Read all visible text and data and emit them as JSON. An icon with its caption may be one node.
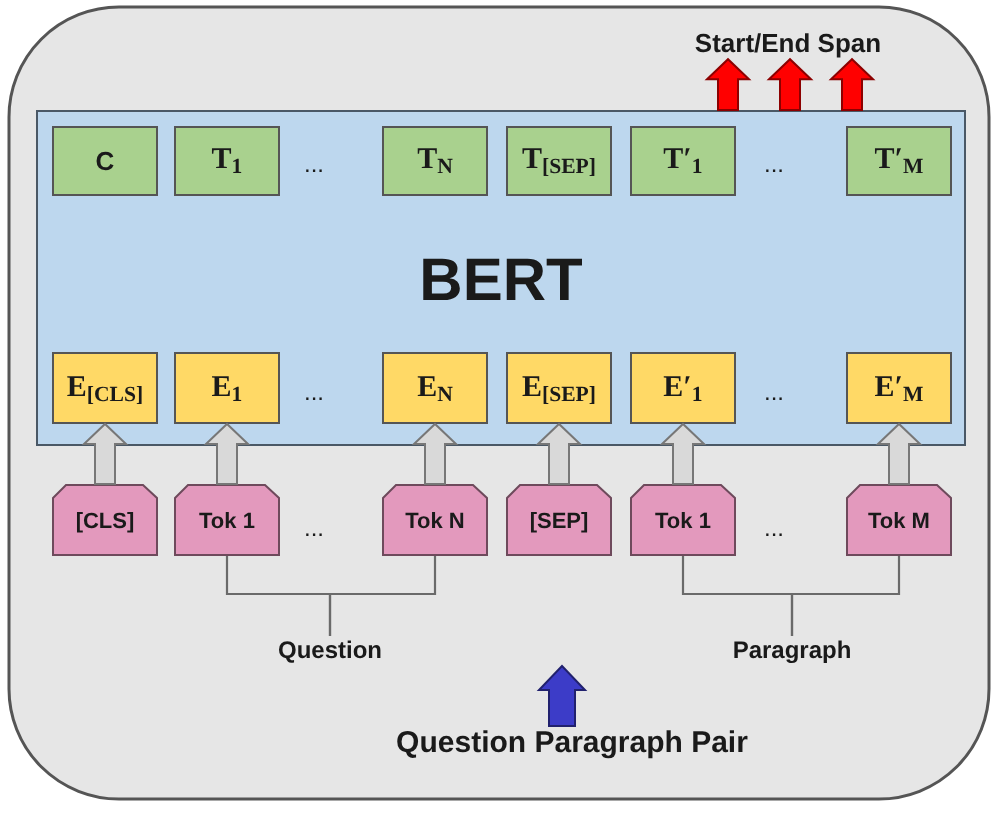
{
  "diagram": {
    "nodes": [
      {
        "text": [
          "Start/End Span"
        ]
      },
      {
        "text": [
          "BERT"
        ]
      },
      {
        "text": [
          "C"
        ],
        "in": 1
      },
      {
        "text": [
          "T$_{1}$"
        ],
        "in": 1
      },
      {
        "text": [
          "T$_{N}$"
        ],
        "in": 1
      },
      {
        "text": [
          "T$_{[SEP]}$"
        ],
        "in": 1
      },
      {
        "text": [
          "T′$_{1}$"
        ],
        "in": 1
      },
      {
        "text": [
          "T′$_{M}$"
        ],
        "in": 1
      },
      {
        "text": [
          "E$_{[CLS]}$"
        ],
        "in": 1
      },
      {
        "text": [
          "E$_{1}$"
        ],
        "in": 1
      },
      {
        "text": [
          "E$_{N}$"
        ],
        "in": 1
      },
      {
        "text": [
          "E$_{[SEP]}$"
        ],
        "in": 1
      },
      {
        "text": [
          "E′$_{1}$"
        ],
        "in": 1
      },
      {
        "text": [
          "E′$_{M}$"
        ],
        "in": 1
      },
      {
        "text": [
          "[CLS]"
        ]
      },
      {
        "text": [
          "Tok 1"
        ]
      },
      {
        "text": [
          "Tok N"
        ]
      },
      {
        "text": [
          "[SEP]"
        ]
      },
      {
        "text": [
          "Tok 1"
        ]
      },
      {
        "text": [
          "Tok M"
        ]
      },
      {
        "text": [
          "Question"
        ]
      },
      {
        "text": [
          "Paragraph"
        ]
      },
      {
        "text": [
          "Question Paragraph Pair"
        ]
      }
    ],
    "edges": [
      {
        "from": 1,
        "to": 0,
        "arrow": "to",
        "style": "thick",
        "color": "#ff0000"
      },
      {
        "from": 1,
        "to": 0,
        "arrow": "to",
        "style": "thick",
        "color": "#ff0000"
      },
      {
        "from": 1,
        "to": 0,
        "arrow": "to",
        "style": "thick",
        "color": "#ff0000"
      },
      {
        "from": 14,
        "to": 8,
        "arrow": "to",
        "style": "thick",
        "color": "#d9d9d9"
      },
      {
        "from": 15,
        "to": 9,
        "arrow": "to",
        "style": "thick",
        "color": "#d9d9d9"
      },
      {
        "from": 16,
        "to": 10,
        "arrow": "to",
        "style": "thick",
        "color": "#d9d9d9"
      },
      {
        "from": 17,
        "to": 11,
        "arrow": "to",
        "style": "thick",
        "color": "#d9d9d9"
      },
      {
        "from": 18,
        "to": 12,
        "arrow": "to",
        "style": "thick",
        "color": "#d9d9d9"
      },
      {
        "from": 19,
        "to": 13,
        "arrow": "to",
        "style": "thick",
        "color": "#d9d9d9"
      },
      {
        "from": 15,
        "to": 20,
        "arrow": "none"
      },
      {
        "from": 16,
        "to": 20,
        "arrow": "none"
      },
      {
        "from": 18,
        "to": 21,
        "arrow": "none"
      },
      {
        "from": 19,
        "to": 21,
        "arrow": "none"
      },
      {
        "from": 22,
        "to": null,
        "arrow": "to",
        "style": "thick",
        "color": "#3c3cc8"
      }
    ],
    "labels": [
      "...",
      "...",
      "...",
      "...",
      "...",
      "..."
    ]
  }
}
